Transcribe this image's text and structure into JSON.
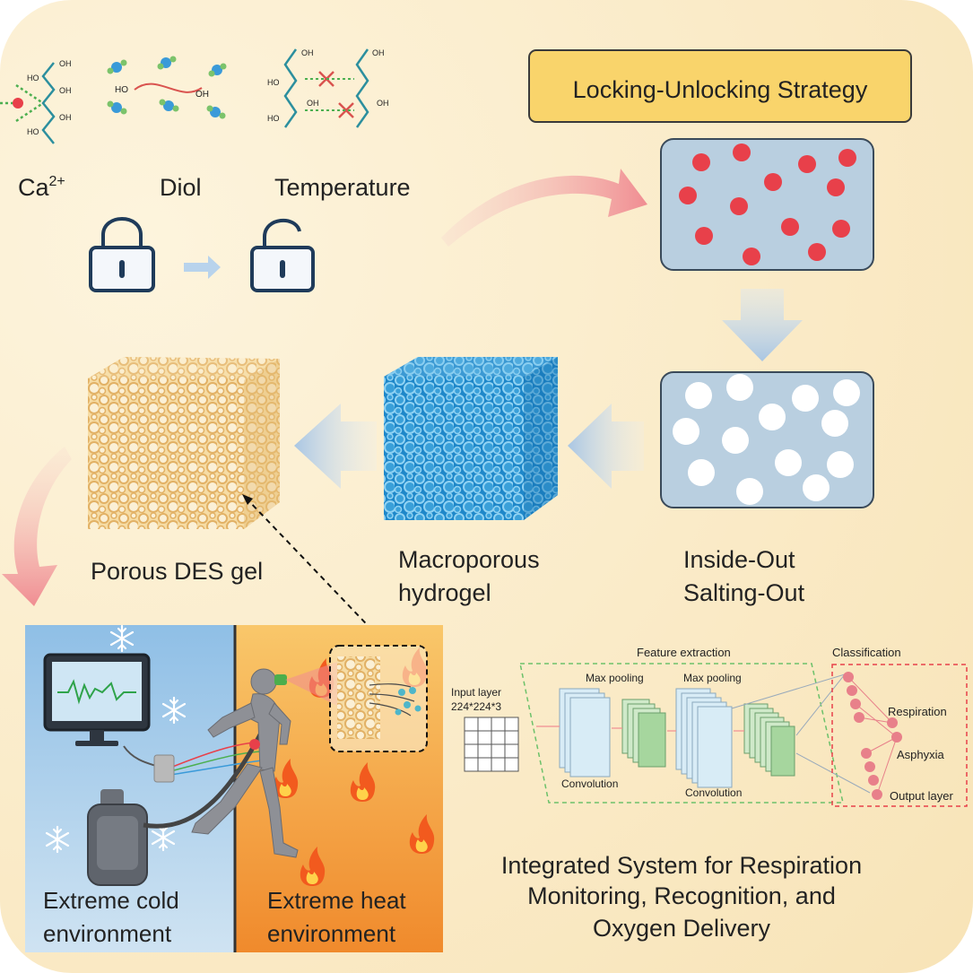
{
  "header_box": {
    "label": "Locking-Unlocking Strategy"
  },
  "mechanisms": [
    {
      "label": "Ca",
      "sup": "2+"
    },
    {
      "label": "Diol"
    },
    {
      "label": "Temperature"
    }
  ],
  "chem": {
    "oh": "OH",
    "ho": "HO"
  },
  "products": {
    "porous_des_gel": "Porous DES gel",
    "macroporous_line1": "Macroporous",
    "macroporous_line2": "hydrogel",
    "inside_out_line1": "Inside-Out",
    "salting_out_line2": "Salting-Out"
  },
  "environments": {
    "cold_line1": "Extreme cold",
    "cold_line2": "environment",
    "heat_line1": "Extreme heat",
    "heat_line2": "environment"
  },
  "network": {
    "input_layer": "Input layer",
    "input_size": "224*224*3",
    "feature_extraction": "Feature extraction",
    "max_pooling_1": "Max pooling",
    "max_pooling_2": "Max pooling",
    "convolution_1": "Convolution",
    "convolution_2": "Convolution",
    "classification": "Classification",
    "respiration": "Respiration",
    "asphyxia": "Asphyxia",
    "output_layer": "Output layer"
  },
  "caption": {
    "line1": "Integrated System for Respiration",
    "line2": "Monitoring, Recognition, and",
    "line3": "Oxygen Delivery"
  },
  "colors": {
    "background": "#fbeed0",
    "header_fill": "#f9d46b",
    "panel_fill": "#b9cfe0",
    "red_dot": "#e8404a",
    "cold_bg": "#a9cfea",
    "heat_bg": "#f6a13a",
    "arrow_pink": "#f2a3a3",
    "arrow_blue": "#c9dcef"
  },
  "icons": [
    "lock-closed-icon",
    "lock-open-icon",
    "snowflake-icon",
    "flame-icon",
    "monitor-icon",
    "oxygen-tank-icon",
    "runner-icon"
  ]
}
